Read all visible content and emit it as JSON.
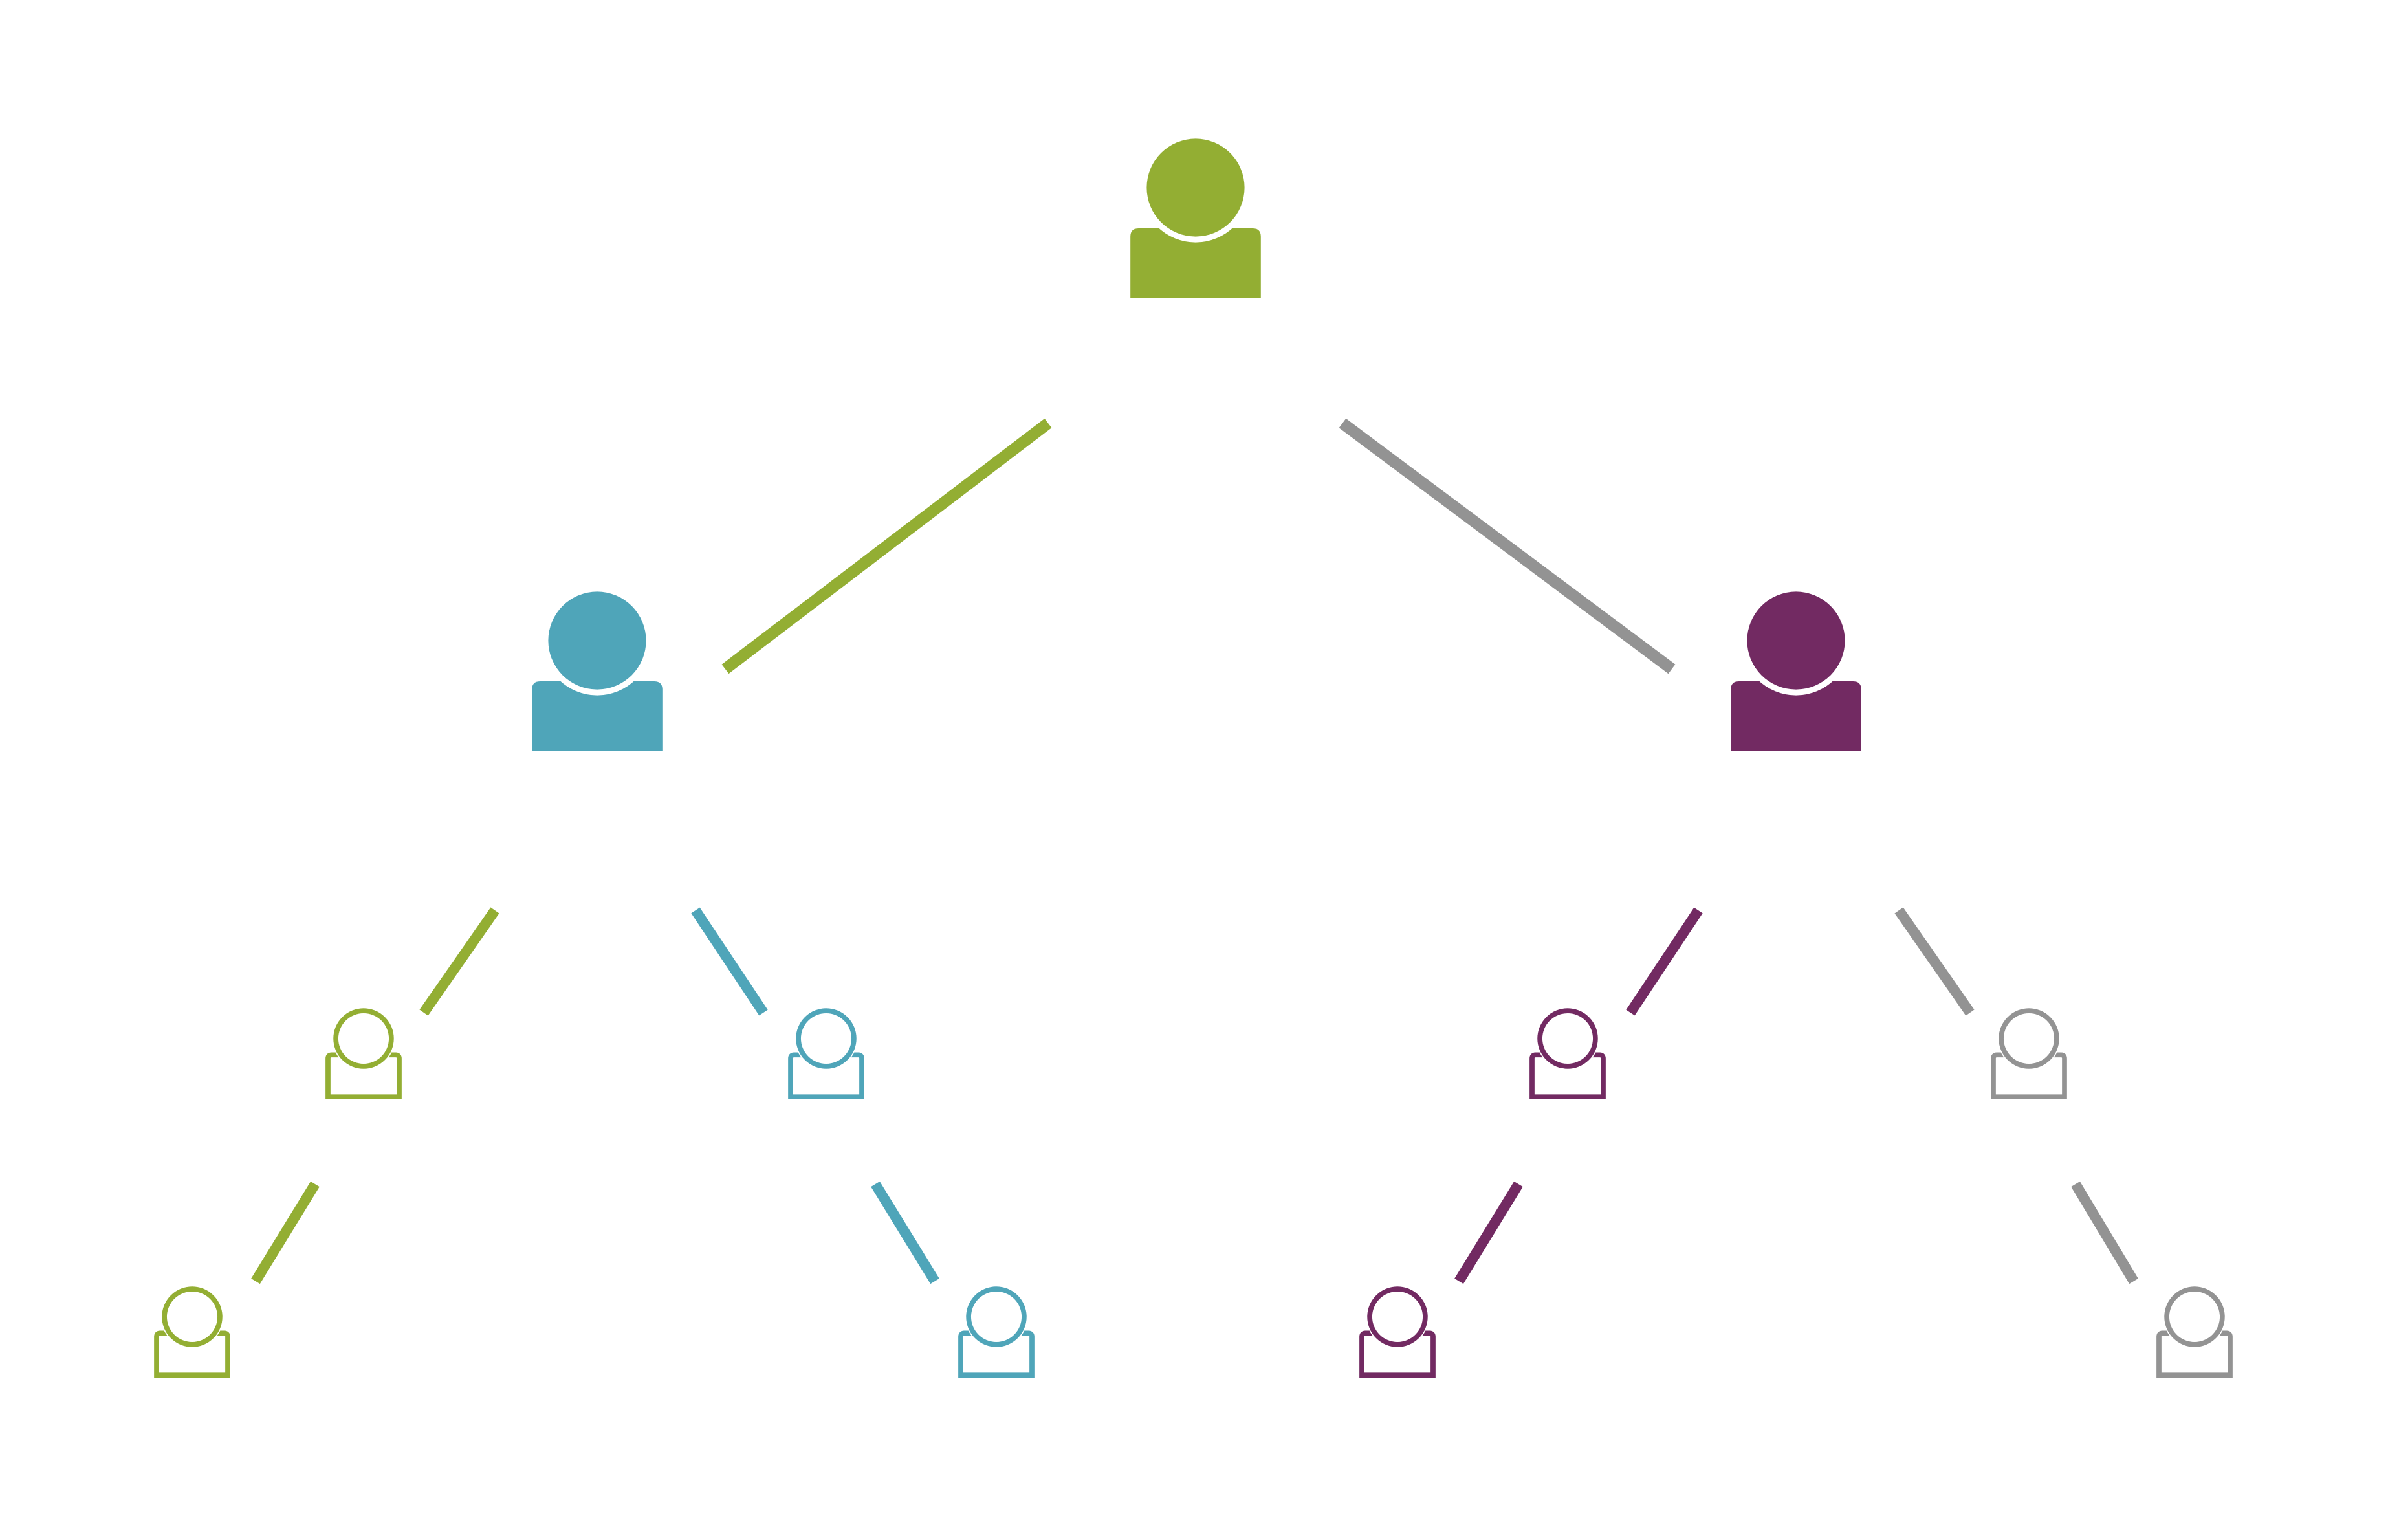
{
  "colors": {
    "green": "#93ae33",
    "teal": "#4fa5b9",
    "purple": "#722a62",
    "gray": "#939393",
    "background": "#ffffff"
  },
  "tree": {
    "root": {
      "style": "filled",
      "color": "green",
      "children": [
        {
          "style": "filled",
          "color": "teal",
          "link_color": "green",
          "children": [
            {
              "style": "outline",
              "color": "green",
              "link_color": "green",
              "children": [
                {
                  "style": "outline",
                  "color": "green",
                  "link_color": "green"
                }
              ]
            },
            {
              "style": "outline",
              "color": "teal",
              "link_color": "teal",
              "children": [
                {
                  "style": "outline",
                  "color": "teal",
                  "link_color": "teal"
                }
              ]
            }
          ]
        },
        {
          "style": "filled",
          "color": "purple",
          "link_color": "gray",
          "children": [
            {
              "style": "outline",
              "color": "purple",
              "link_color": "purple",
              "children": [
                {
                  "style": "outline",
                  "color": "purple",
                  "link_color": "purple"
                }
              ]
            },
            {
              "style": "outline",
              "color": "gray",
              "link_color": "gray",
              "children": [
                {
                  "style": "outline",
                  "color": "gray",
                  "link_color": "gray"
                }
              ]
            }
          ]
        }
      ]
    }
  }
}
